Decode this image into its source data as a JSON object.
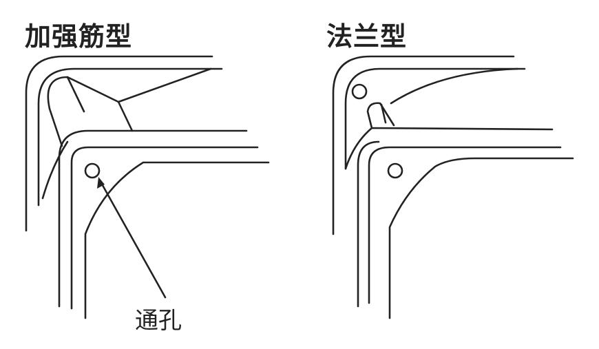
{
  "labels": {
    "left_title": "加强筋型",
    "right_title": "法兰型",
    "hole_label": "通孔"
  },
  "colors": {
    "stroke": "#222222",
    "background": "#ffffff"
  }
}
